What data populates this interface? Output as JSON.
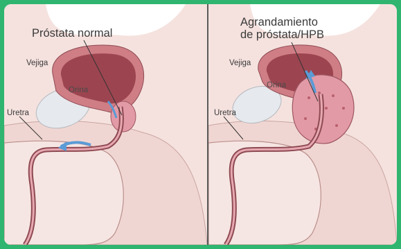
{
  "left_panel": {
    "title": "Próstata normal",
    "labels": {
      "bladder": "Vejiga",
      "urine": "Orina",
      "urethra": "Uretra"
    }
  },
  "right_panel": {
    "title_line1": "Agrandamiento",
    "title_line2": "de próstata/HPB",
    "labels": {
      "bladder": "Vejiga",
      "urine": "Orina",
      "urethra": "Uretra"
    }
  },
  "colors": {
    "border": "#2fb56f",
    "skin": "#f3dcd8",
    "skin_edge": "#b98f8c",
    "bladder_wall": "#cf7e86",
    "bladder_inner": "#9c4550",
    "prostate": "#e29aa6",
    "urethra": "#d98f9a",
    "bone": "#e6e9ed",
    "arrow": "#5b9bd6"
  }
}
